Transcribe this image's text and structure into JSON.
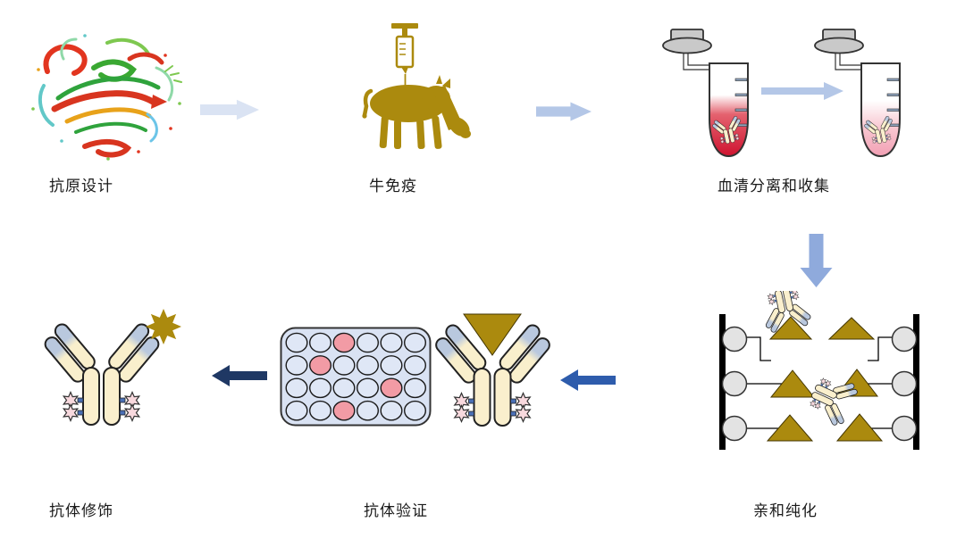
{
  "diagram": "antibody-production-workflow",
  "steps": [
    {
      "id": "antigen-design",
      "label": "抗原设计",
      "icon": "protein-ribbon-structure"
    },
    {
      "id": "cow-immunization",
      "label": "牛免疫",
      "icon": "cow-with-syringe"
    },
    {
      "id": "serum-separation",
      "label": "血清分离和收集",
      "icon": "two-centrifuge-tubes"
    },
    {
      "id": "affinity-purification",
      "label": "亲和纯化",
      "icon": "affinity-column-beads-antigens"
    },
    {
      "id": "antibody-validation",
      "label": "抗体验证",
      "icon": "elisa-plate-and-antibody-antigen"
    },
    {
      "id": "antibody-modification",
      "label": "抗体修饰",
      "icon": "antibody-with-fluorophore"
    }
  ],
  "arrows": [
    {
      "id": "arrow-antigen-to-cow",
      "direction": "right",
      "color": "#dae3f3"
    },
    {
      "id": "arrow-cow-to-serum",
      "direction": "right",
      "color": "#b4c7e7"
    },
    {
      "id": "arrow-tube-to-tube",
      "direction": "right",
      "color": "#b4c7e7"
    },
    {
      "id": "arrow-serum-to-purification",
      "direction": "down",
      "color": "#8faadc"
    },
    {
      "id": "arrow-purification-to-validation",
      "direction": "left",
      "color": "#2e5cac"
    },
    {
      "id": "arrow-validation-to-modification",
      "direction": "left",
      "color": "#1f3864"
    }
  ],
  "plate": {
    "rows": 4,
    "cols": 6,
    "pink_wells": [
      [
        0,
        2
      ],
      [
        1,
        1
      ],
      [
        2,
        4
      ],
      [
        3,
        2
      ]
    ]
  },
  "colors": {
    "gold": "#ab8a0e",
    "arrow_light": "#dae3f3",
    "arrow_soft": "#b4c7e7",
    "arrow_medium": "#8faadc",
    "arrow_strong": "#2e5cac",
    "arrow_dark": "#1f3864",
    "antibody_cream": "#faefcd",
    "antibody_tip": "#b9c8de",
    "star_pink": "#f8d9de",
    "plate_blue": "#d9e2f3",
    "well_blue": "#dfe7f6",
    "well_pink": "#f29ba5",
    "serum_red": "#d6203f",
    "serum_pink": "#f5aebe",
    "cap_grey": "#c9c9c9",
    "bead_grey": "#e3e3e3",
    "text": "#1a1a1a"
  }
}
